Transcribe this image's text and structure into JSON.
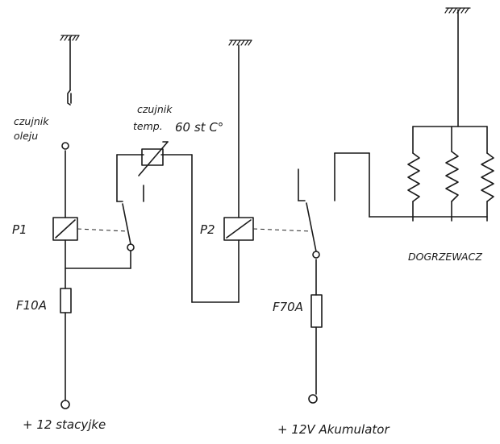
{
  "labels": {
    "oil_sensor_line1": "czujnik",
    "oil_sensor_line2": "oleju",
    "temp_sensor_line1": "czujnik",
    "temp_sensor_line2": "temp.",
    "temp_sensor_value": "60 st C°",
    "relay1": "P1",
    "relay2": "P2",
    "fuse1": "F10A",
    "fuse2": "F70A",
    "supply1": "+ 12 stacyjke",
    "supply2": "+ 12V Akumulator",
    "heater": "DOGRZEWACZ"
  },
  "colors": {
    "ink": "#1a1a1a",
    "paper": "#ffffff"
  }
}
